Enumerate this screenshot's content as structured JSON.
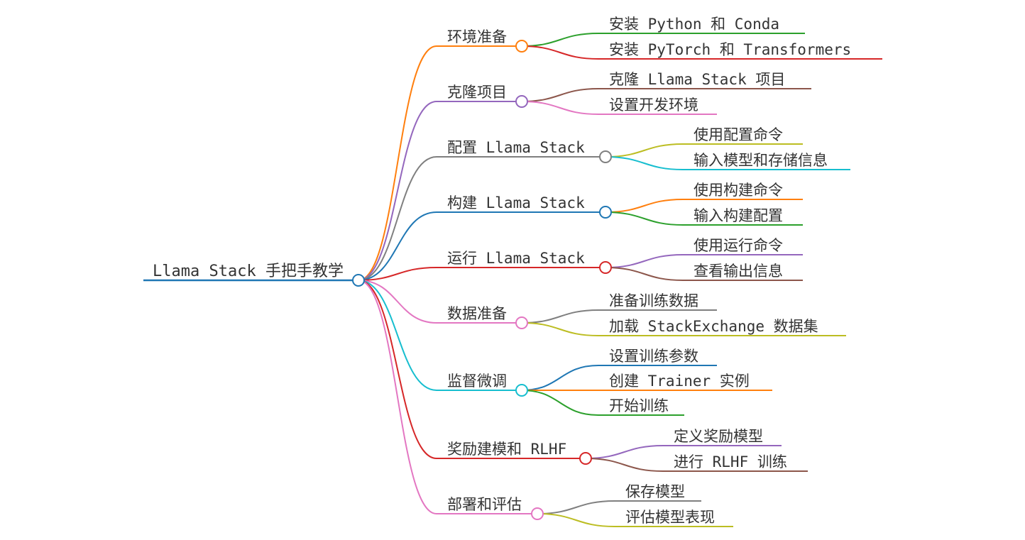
{
  "mindmap": {
    "root": "Llama Stack 手把手教学",
    "branches": [
      {
        "label": "环境准备",
        "color": "#ff7f0e",
        "children": [
          {
            "label": "安装 Python 和 Conda",
            "color": "#2ca02c"
          },
          {
            "label": "安装 PyTorch 和 Transformers",
            "color": "#d62728"
          }
        ]
      },
      {
        "label": "克隆项目",
        "color": "#9467bd",
        "children": [
          {
            "label": "克隆 Llama Stack 项目",
            "color": "#8c564b"
          },
          {
            "label": "设置开发环境",
            "color": "#e377c2"
          }
        ]
      },
      {
        "label": "配置 Llama Stack",
        "color": "#7f7f7f",
        "children": [
          {
            "label": "使用配置命令",
            "color": "#bcbd22"
          },
          {
            "label": "输入模型和存储信息",
            "color": "#17becf"
          }
        ]
      },
      {
        "label": "构建 Llama Stack",
        "color": "#1f77b4",
        "children": [
          {
            "label": "使用构建命令",
            "color": "#ff7f0e"
          },
          {
            "label": "输入构建配置",
            "color": "#2ca02c"
          }
        ]
      },
      {
        "label": "运行 Llama Stack",
        "color": "#d62728",
        "children": [
          {
            "label": "使用运行命令",
            "color": "#9467bd"
          },
          {
            "label": "查看输出信息",
            "color": "#8c564b"
          }
        ]
      },
      {
        "label": "数据准备",
        "color": "#e377c2",
        "children": [
          {
            "label": "准备训练数据",
            "color": "#7f7f7f"
          },
          {
            "label": "加载 StackExchange 数据集",
            "color": "#bcbd22"
          }
        ]
      },
      {
        "label": "监督微调",
        "color": "#17becf",
        "children": [
          {
            "label": "设置训练参数",
            "color": "#1f77b4"
          },
          {
            "label": "创建 Trainer 实例",
            "color": "#ff7f0e"
          },
          {
            "label": "开始训练",
            "color": "#2ca02c"
          }
        ]
      },
      {
        "label": "奖励建模和 RLHF",
        "color": "#d62728",
        "children": [
          {
            "label": "定义奖励模型",
            "color": "#9467bd"
          },
          {
            "label": "进行 RLHF 训练",
            "color": "#8c564b"
          }
        ]
      },
      {
        "label": "部署和评估",
        "color": "#e377c2",
        "children": [
          {
            "label": "保存模型",
            "color": "#7f7f7f"
          },
          {
            "label": "评估模型表现",
            "color": "#bcbd22"
          }
        ]
      }
    ],
    "root_color": "#1f77b4"
  }
}
